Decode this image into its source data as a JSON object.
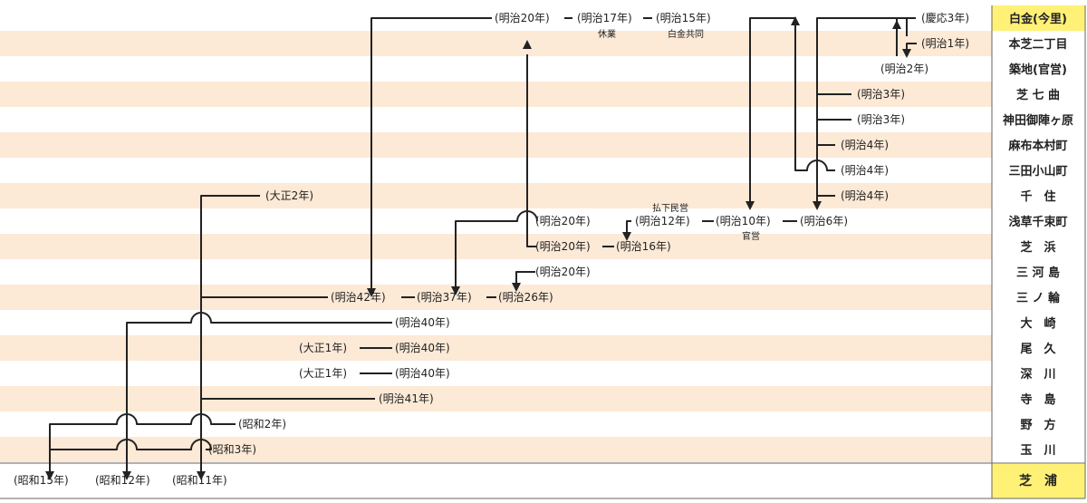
{
  "colors": {
    "stripe": "#fce9d6",
    "highlight": "#fff176",
    "line": "#222222",
    "border": "#666666",
    "text": "#222222"
  },
  "companies": [
    "白金(今里)",
    "本芝二丁目",
    "築地(官営)",
    "芝 七 曲",
    "神田御陣ヶ原",
    "麻布本村町",
    "三田小山町",
    "千　住",
    "浅草千束町",
    "芝　浜",
    "三 河 島",
    "三 ノ 輪",
    "大　崎",
    "尾　久",
    "深　川",
    "寺　島",
    "野　方",
    "玉　川"
  ],
  "final": "芝　浦",
  "dates": {
    "shirokane_keio3": "(慶応3年)",
    "honshiba_meiji1": "(明治1年)",
    "tsukiji_meiji2": "(明治2年)",
    "shichimagari_meiji3": "(明治3年)",
    "kanda_meiji3": "(明治3年)",
    "azabu_meiji4": "(明治4年)",
    "mita_meiji4": "(明治4年)",
    "senju_meiji4": "(明治4年)",
    "senju_taisho2": "(大正2年)",
    "top_meiji20": "(明治20年)",
    "top_meiji17": "(明治17年)",
    "top_meiji15": "(明治15年)",
    "asakusa_meiji20": "(明治20年)",
    "asakusa_meiji12": "(明治12年)",
    "asakusa_meiji10": "(明治10年)",
    "asakusa_meiji6": "(明治6年)",
    "shibahama_meiji20": "(明治20年)",
    "shibahama_meiji16": "(明治16年)",
    "mikawa_meiji20": "(明治20年)",
    "minowa_meiji42": "(明治42年)",
    "minowa_meiji37": "(明治37年)",
    "minowa_meiji26": "(明治26年)",
    "osaki_meiji40": "(明治40年)",
    "oku_taisho1": "(大正1年)",
    "oku_meiji40": "(明治40年)",
    "fukagawa_taisho1": "(大正1年)",
    "fukagawa_meiji40": "(明治40年)",
    "terajima_meiji41": "(明治41年)",
    "nogata_showa2": "(昭和2年)",
    "tamagawa_showa3": "(昭和3年)",
    "final_showa15": "(昭和15年)",
    "final_showa12": "(昭和12年)",
    "final_showa11": "(昭和11年)"
  },
  "notes": {
    "kyugyo": "休業",
    "shirokane_kyodo": "白金共同",
    "haraisage": "払下民営",
    "kanei": "官営"
  }
}
